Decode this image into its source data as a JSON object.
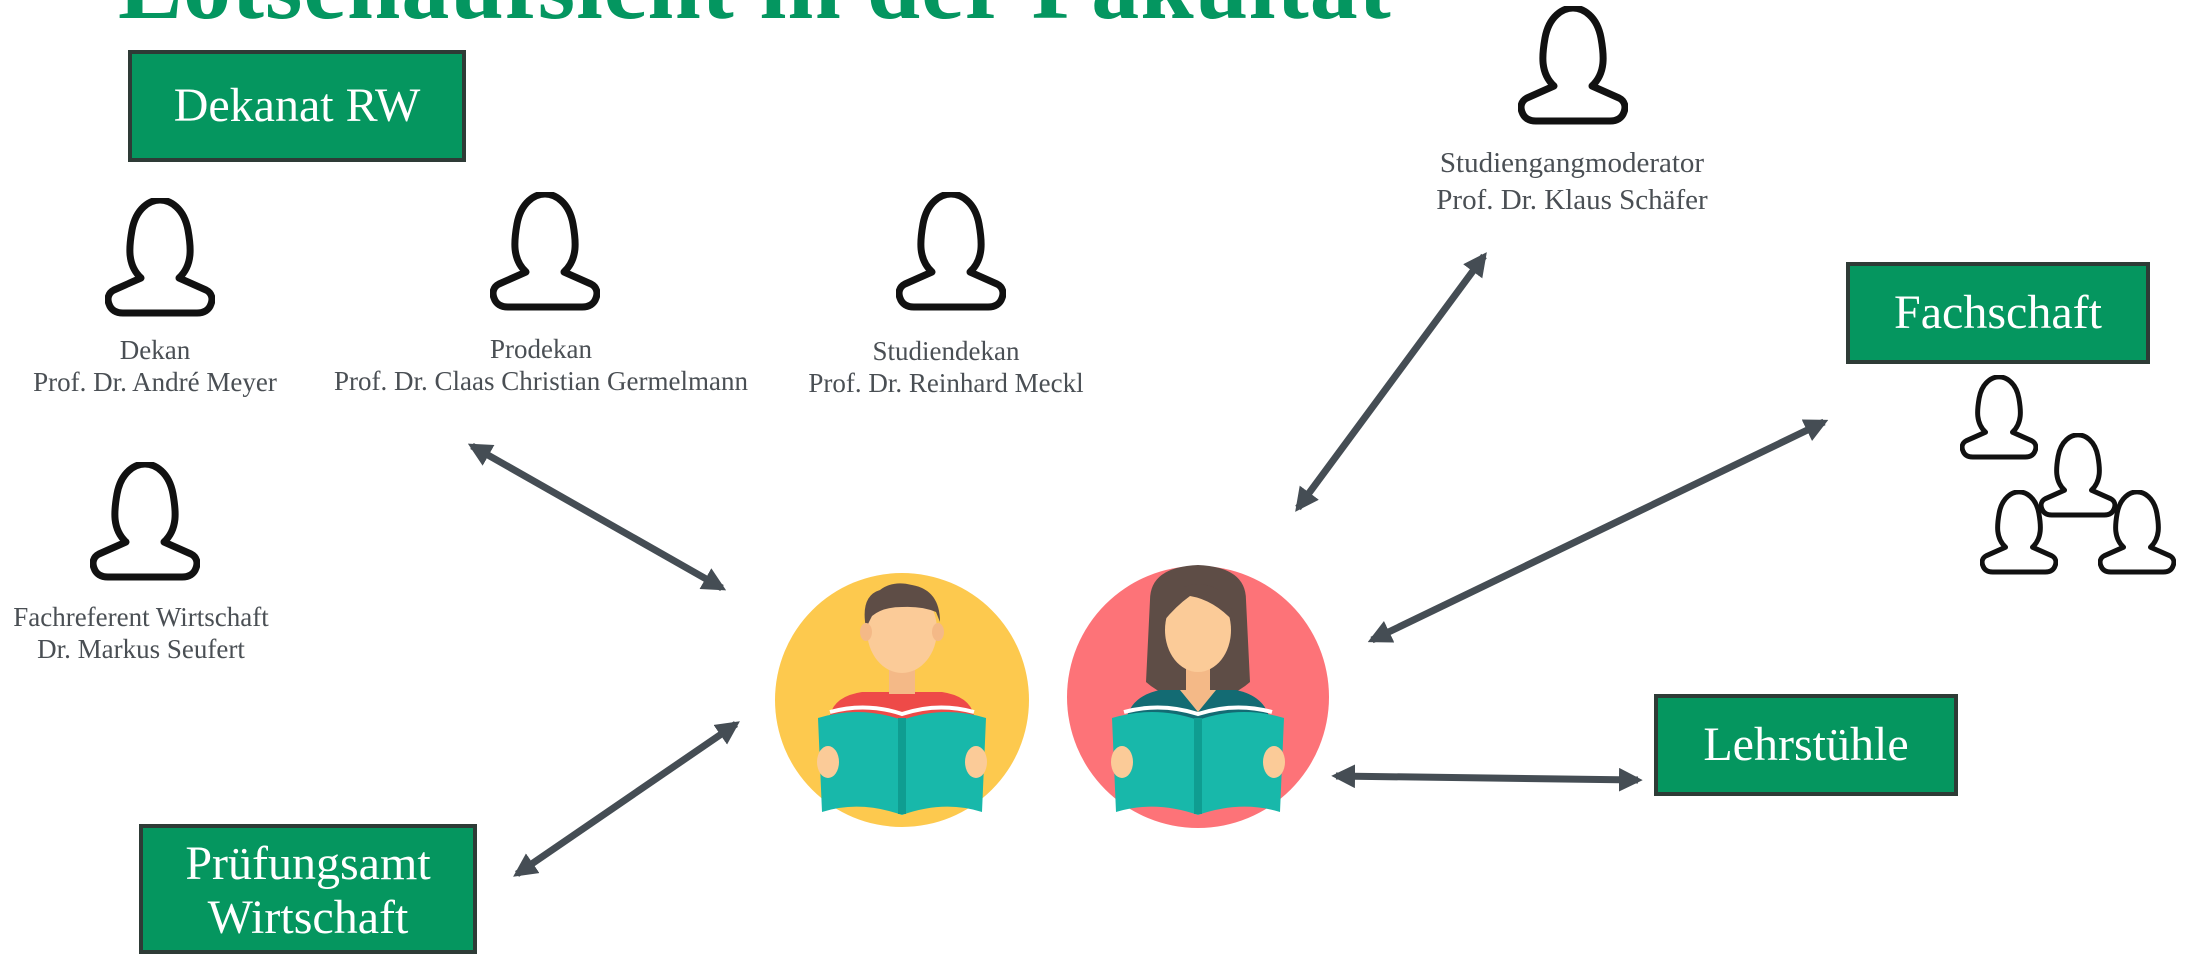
{
  "title": "Lotsenaufsicht in der Fakultät",
  "boxes": {
    "dekanat": "Dekanat RW",
    "fachschaft": "Fachschaft",
    "lehrstuehle": "Lehrstühle",
    "pruefungsamt_line1": "Prüfungsamt",
    "pruefungsamt_line2": "Wirtschaft"
  },
  "people": {
    "dekan": {
      "role": "Dekan",
      "name": "Prof. Dr. André Meyer"
    },
    "prodekan": {
      "role": "Prodekan",
      "name": "Prof. Dr. Claas Christian Germelmann"
    },
    "studiendekan": {
      "role": "Studiendekan",
      "name": "Prof. Dr. Reinhard Meckl"
    },
    "fachreferent": {
      "role": "Fachreferent Wirtschaft",
      "name": "Dr. Markus Seufert"
    },
    "moderator": {
      "role": "Studiengangmoderator",
      "name": "Prof. Dr. Klaus Schäfer"
    }
  },
  "colors": {
    "box_green": "#05965f",
    "arrow": "#454d54",
    "student_male_bg": "#fdc94e",
    "student_female_bg": "#fd7378",
    "book": "#18b8aa"
  },
  "icons": [
    "person-outline-icon",
    "group-icon",
    "student-male-icon",
    "student-female-icon",
    "double-arrow-icon"
  ]
}
